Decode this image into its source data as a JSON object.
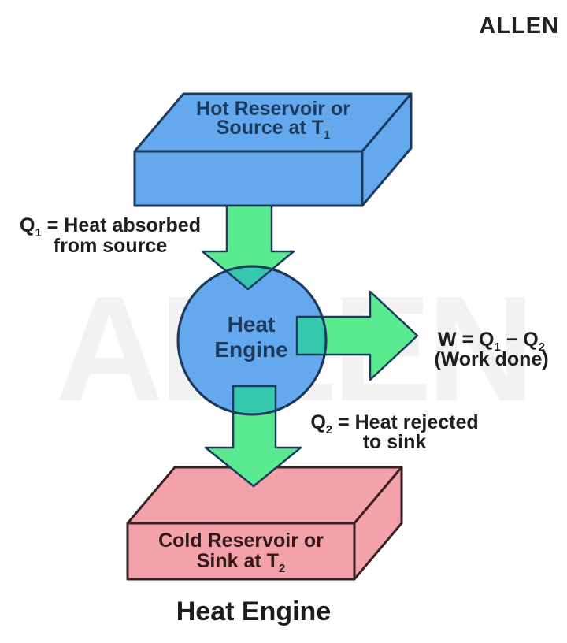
{
  "logo": {
    "text": "ALLEN"
  },
  "watermark": {
    "text": "ALLEN"
  },
  "title": "Heat Engine",
  "hot_reservoir": {
    "line1": "Hot Reservoir or",
    "line2_pre": "Source at T",
    "sub": "1"
  },
  "cold_reservoir": {
    "line1": "Cold Reservoir or",
    "line2_pre": "Sink at T",
    "sub": "2"
  },
  "engine": {
    "line1": "Heat",
    "line2": "Engine"
  },
  "q1": {
    "pre": "Q",
    "sub": "1",
    "rest": " = Heat absorbed",
    "line2": "from source"
  },
  "q2": {
    "pre": "Q",
    "sub": "2",
    "rest": " = Heat rejected",
    "line2": "to sink"
  },
  "work": {
    "p1": "W = Q",
    "sub1": "1",
    "p2": " − Q",
    "sub2": "2",
    "line2": "(Work done)"
  },
  "colors": {
    "blue": "#64a9ee",
    "navy": "#1c3a5e",
    "green": "#5aeb90",
    "teal": "#35c8af",
    "pink": "#f2a2a8",
    "dark": "#382025",
    "ink": "#1e1e1e",
    "watermark_gray": "#f2f2f2",
    "none": "none"
  }
}
